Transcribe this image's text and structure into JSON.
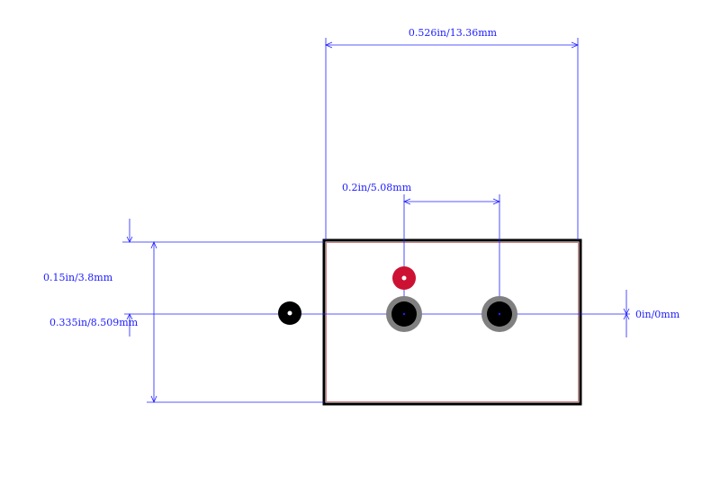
{
  "colors": {
    "dimension": "#2020ff",
    "outline": "#000000",
    "courtyard": "#d08080",
    "pad_ring": "#808080",
    "pad_hole": "#000000",
    "marker_pad": "#cc1133",
    "pin_dot": "#ffffff"
  },
  "dimensions": {
    "overall_width": "0.526in/13.36mm",
    "pin_pitch": "0.2in/5.08mm",
    "offset_vertical": "0.15in/3.8mm",
    "overall_height": "0.335in/8.509mm",
    "center_offset": "0in/0mm"
  },
  "icons": {
    "pad": "plated-through-hole-pad-icon",
    "marker": "pin-one-marker-icon",
    "reference": "reference-hole-icon"
  }
}
